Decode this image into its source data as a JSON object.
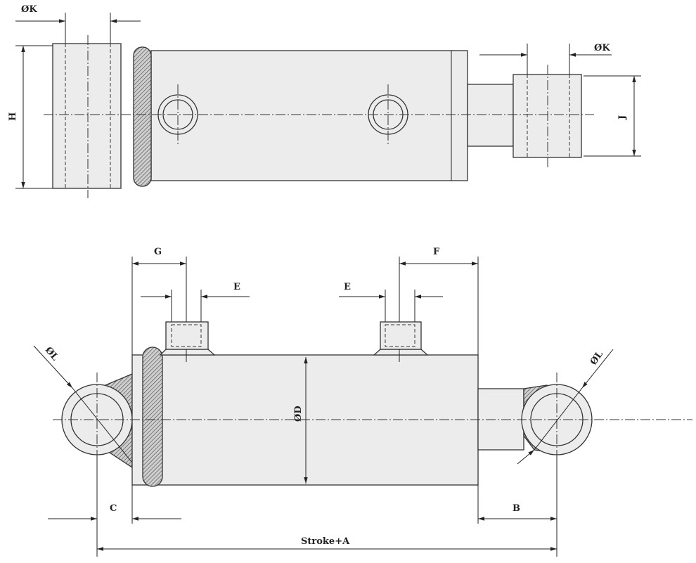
{
  "top_view": {
    "dim_k_left": "ØK",
    "dim_h": "H",
    "dim_k_right": "ØK",
    "dim_j": "J"
  },
  "side_view": {
    "dim_g": "G",
    "dim_e_left": "E",
    "dim_f": "F",
    "dim_e_right": "E",
    "dim_l_left": "ØL",
    "dim_d": "ØD",
    "dim_l_right": "ØL",
    "dim_c": "C",
    "dim_b": "B",
    "dim_stroke": "Stroke+A"
  },
  "colors": {
    "fill": "#ececec",
    "line": "#333333"
  }
}
